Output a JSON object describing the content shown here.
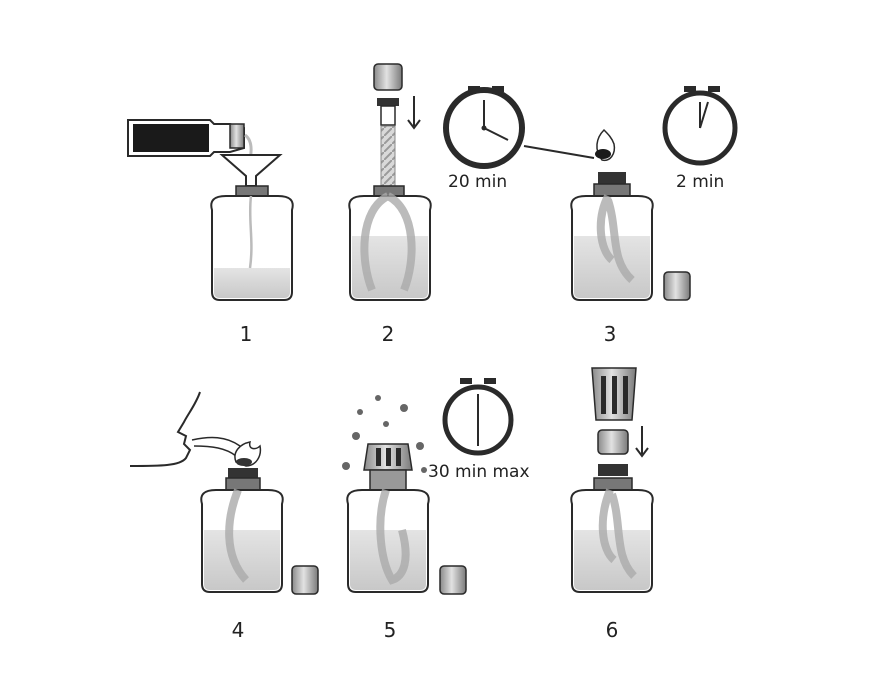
{
  "steps": [
    {
      "number": "1"
    },
    {
      "number": "2"
    },
    {
      "number": "3"
    },
    {
      "number": "4"
    },
    {
      "number": "5"
    },
    {
      "number": "6"
    }
  ],
  "timers": {
    "soak": "20 min",
    "burn": "2 min",
    "diffuse": "30 min max"
  },
  "colors": {
    "outline": "#2a2a2a",
    "fuel": "#d6d6d6",
    "cap": "#bdbdbd",
    "dark": "#1a1a1a"
  }
}
